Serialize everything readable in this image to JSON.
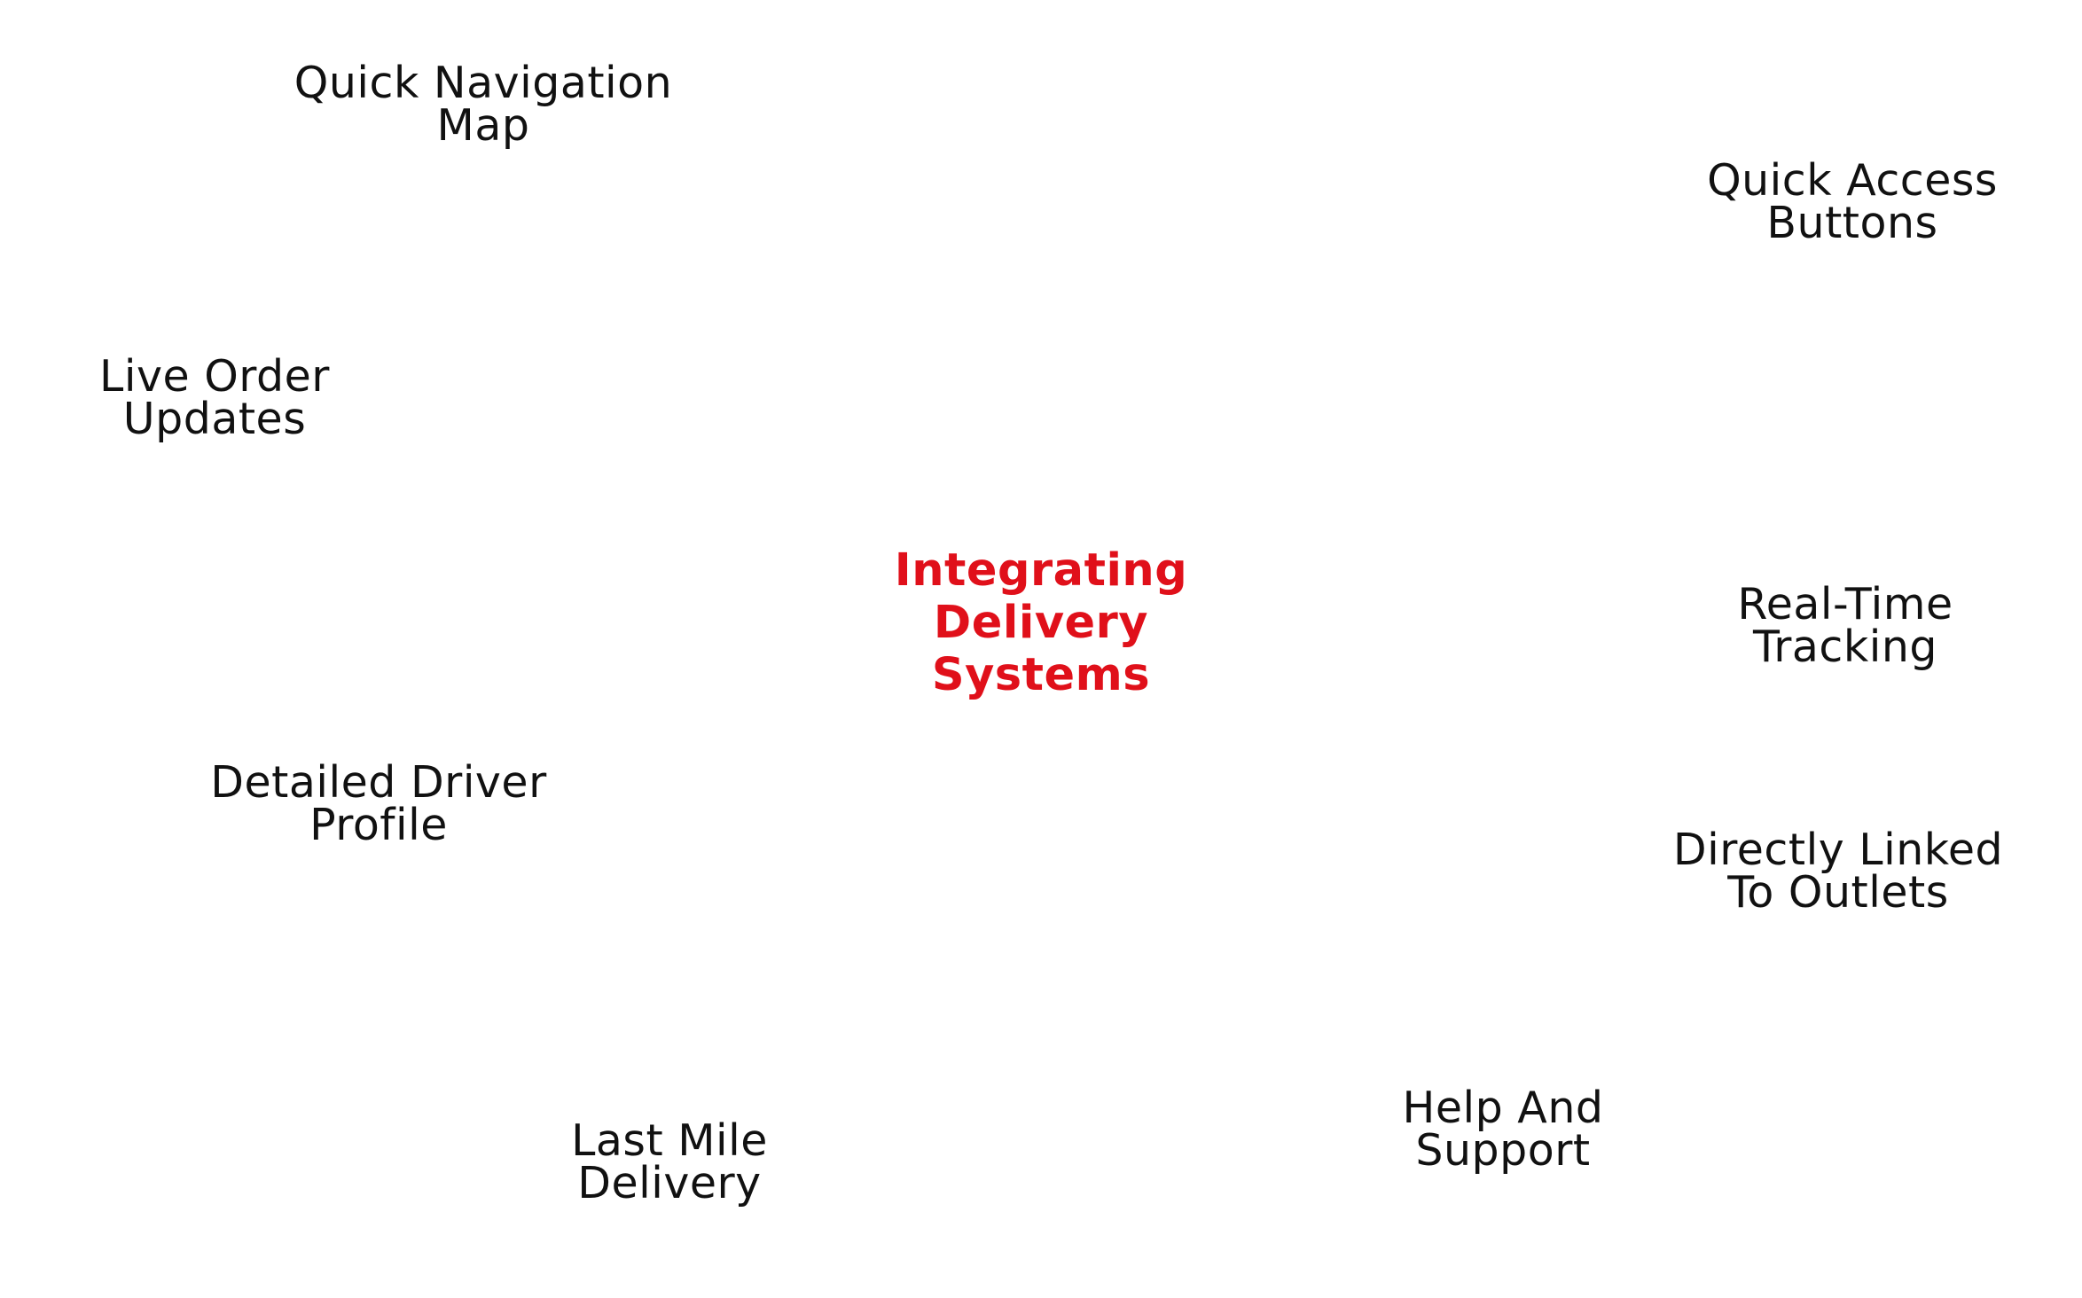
{
  "center": {
    "lines": [
      "Integrating",
      "Delivery",
      "Systems"
    ],
    "color": "#e0101a"
  },
  "features": {
    "quick_navigation_map": [
      "Quick Navigation",
      "Map"
    ],
    "quick_access_buttons": [
      "Quick Access",
      "Buttons"
    ],
    "live_order_updates": [
      "Live Order",
      "Updates"
    ],
    "real_time_tracking": [
      "Real-Time",
      "Tracking"
    ],
    "detailed_driver_profile": [
      "Detailed Driver",
      "Profile"
    ],
    "directly_linked_to_outlets": [
      "Directly Linked",
      "To Outlets"
    ],
    "help_and_support": [
      "Help And",
      "Support"
    ],
    "last_mile_delivery": [
      "Last Mile",
      "Delivery"
    ]
  },
  "colors": {
    "label_text": "#111111",
    "background": "#ffffff"
  }
}
